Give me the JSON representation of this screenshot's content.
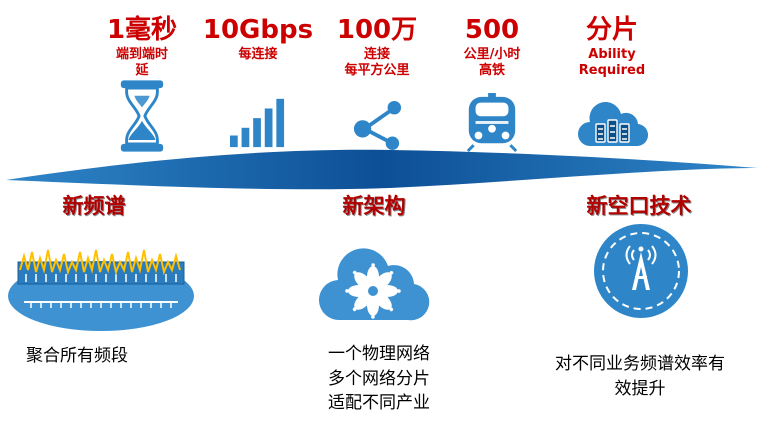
{
  "colors": {
    "red": "#CC0000",
    "dark_red": "#B00000",
    "blue": "#2E86C8",
    "blue_dark": "#0F5EA8",
    "yellow": "#FFC000"
  },
  "top_metrics": [
    {
      "title": "1毫秒",
      "subtitle": "端到端时\n延",
      "icon": "hourglass-icon"
    },
    {
      "title": "10Gbps",
      "subtitle": "每连接",
      "icon": "signal-bars-icon"
    },
    {
      "title": "100万",
      "subtitle": "连接\n每平方公里",
      "icon": "share-nodes-icon"
    },
    {
      "title": "500",
      "subtitle": "公里/小时\n高铁",
      "icon": "train-icon"
    },
    {
      "title": "分片",
      "subtitle": "Ability\nRequired",
      "icon": "cloud-servers-icon"
    }
  ],
  "bottom_sections": [
    {
      "title": "新频谱",
      "caption": "聚合所有频段",
      "icon": "spectrum-ruler-icon"
    },
    {
      "title": "新架构",
      "caption": "一个物理网络\n多个网络分片\n适配不同产业",
      "icon": "cloud-network-icon"
    },
    {
      "title": "新空口技术",
      "caption": "对不同业务频谱效率有\n效提升",
      "icon": "antenna-circle-icon"
    }
  ]
}
